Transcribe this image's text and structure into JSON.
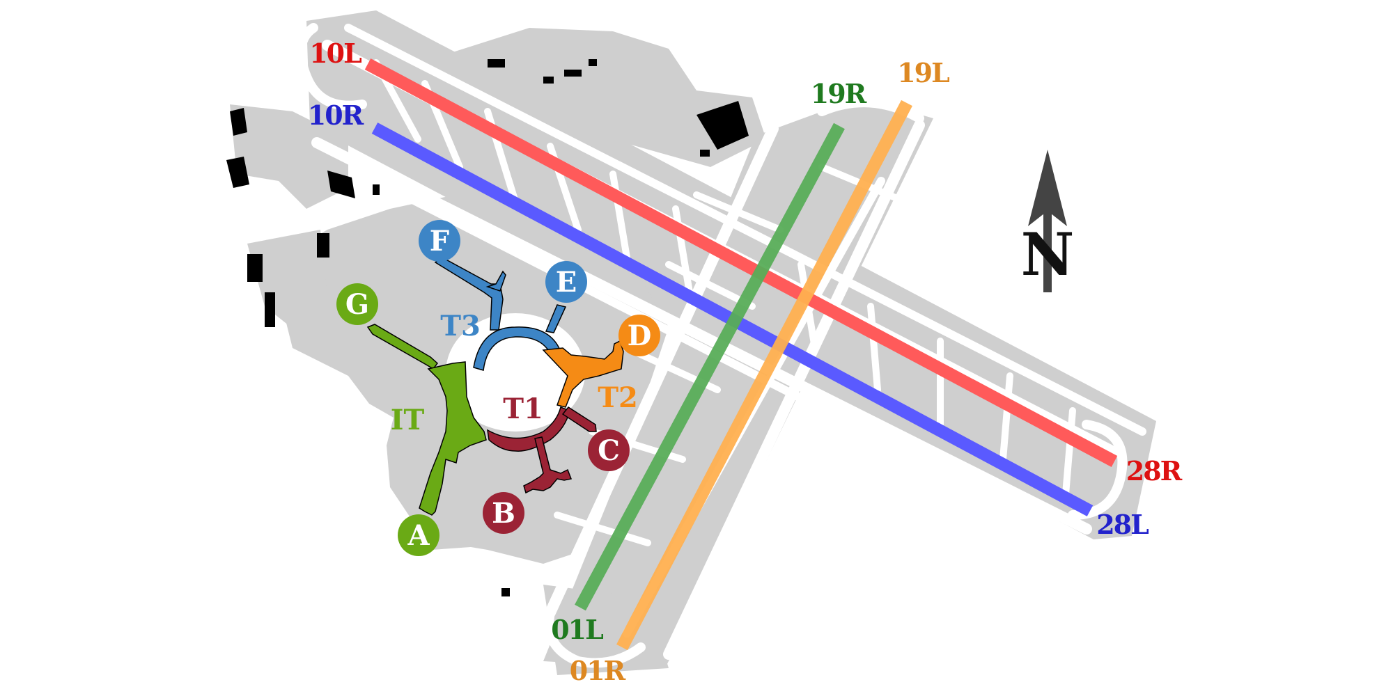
{
  "colors": {
    "ground": "#cfcfcf",
    "taxiway": "#ffffff",
    "building": "#000000",
    "runway_10L_28R": "#ff5a5a",
    "runway_10R_28L": "#5a5aff",
    "runway_01L_19R": "#58ad58",
    "runway_01R_19L": "#ffb050",
    "label_10L_28R": "#dd1111",
    "label_10R_28L": "#2222cc",
    "label_01L_19R": "#1f7a1f",
    "label_01R_19L": "#dd8822",
    "terminal_t1": "#9b2335",
    "terminal_t2": "#f58b15",
    "terminal_t3": "#3d85c6",
    "terminal_it": "#6aaa15",
    "north_arrow": "#444444"
  },
  "runways": {
    "r10L": "10L",
    "r28R": "28R",
    "r10R": "10R",
    "r28L": "28L",
    "r19R": "19R",
    "r01L": "01L",
    "r19L": "19L",
    "r01R": "01R"
  },
  "terminals": {
    "t1": "T1",
    "t2": "T2",
    "t3": "T3",
    "it": "IT"
  },
  "gates": {
    "a": "A",
    "b": "B",
    "c": "C",
    "d": "D",
    "e": "E",
    "f": "F",
    "g": "G"
  },
  "north": {
    "letter": "N",
    "icon": "north-arrow-icon"
  }
}
